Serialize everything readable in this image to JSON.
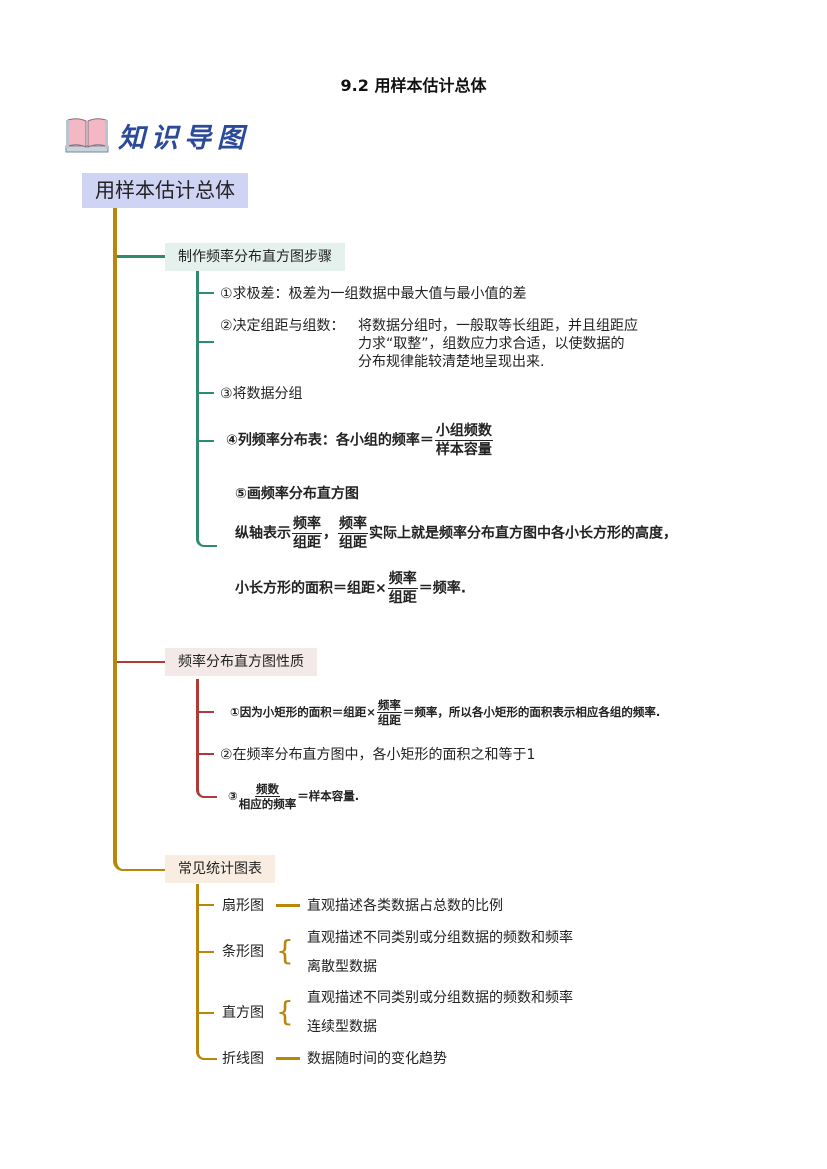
{
  "title": "9.2  用样本估计总体",
  "logo": {
    "text": "知识导图"
  },
  "root": "用样本估计总体",
  "branch1": {
    "label": "制作频率分布直方图步骤",
    "step1": "①求极差：极差为一组数据中最大值与最小值的差",
    "step2_head": "②决定组距与组数：",
    "step2_lines": [
      "将数据分组时，一般取等长组距，并且组距应",
      "力求“取整”，组数应力求合适，以使数据的",
      "分布规律能较清楚地呈现出来."
    ],
    "step3": "③将数据分组",
    "step4_pre": "④列频率分布表：各小组的频率＝",
    "step4_num": "小组频数",
    "step4_den": "样本容量",
    "step5": "⑤画频率分布直方图",
    "step5_line1_pre": "纵轴表示",
    "step5_line1_mid": "，",
    "step5_line1_post": "实际上就是频率分布直方图中各小长方形的高度，",
    "freq": "频率",
    "width": "组距",
    "step5_line2_pre": "小长方形的面积＝组距×",
    "step5_line2_post": "＝频率."
  },
  "branch2": {
    "label": "频率分布直方图性质",
    "p1_pre": "①因为小矩形的面积＝组距×",
    "p1_post": "＝频率，所以各小矩形的面积表示相应各组的频率.",
    "p2": "②在频率分布直方图中，各小矩形的面积之和等于1",
    "p3_pre": "③",
    "p3_num": "频数",
    "p3_den": "相应的频率",
    "p3_post": "＝样本容量."
  },
  "branch3": {
    "label": "常见统计图表",
    "items": [
      {
        "name": "扇形图",
        "desc": [
          "直观描述各类数据占总数的比例"
        ]
      },
      {
        "name": "条形图",
        "desc": [
          "直观描述不同类别或分组数据的频数和频率",
          "离散型数据"
        ]
      },
      {
        "name": "直方图",
        "desc": [
          "直观描述不同类别或分组数据的频数和频率",
          "连续型数据"
        ]
      },
      {
        "name": "折线图",
        "desc": [
          "数据随时间的变化趋势"
        ]
      }
    ]
  }
}
